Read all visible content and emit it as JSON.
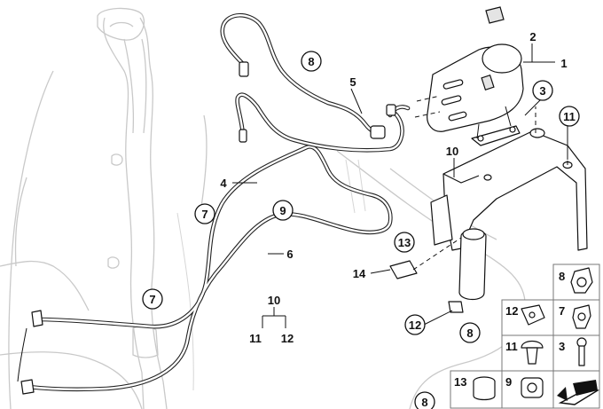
{
  "callouts": {
    "c1": "1",
    "c2": "2",
    "c3": "3",
    "c4": "4",
    "c5": "5",
    "c6": "6",
    "c7a": "7",
    "c7b": "7",
    "c8a": "8",
    "c8b": "8",
    "c8c": "8",
    "c9": "9",
    "c10a": "10",
    "c10b": "10",
    "c11": "11",
    "c11b": "11",
    "c12": "12",
    "c12b": "12",
    "c13": "13",
    "c14": "14"
  },
  "legend": {
    "cells": [
      {
        "label": "8"
      },
      {
        "label": "12"
      },
      {
        "label": "7"
      },
      {
        "label": "11"
      },
      {
        "label": "3"
      },
      {
        "label": "13"
      },
      {
        "label": "9"
      }
    ]
  }
}
